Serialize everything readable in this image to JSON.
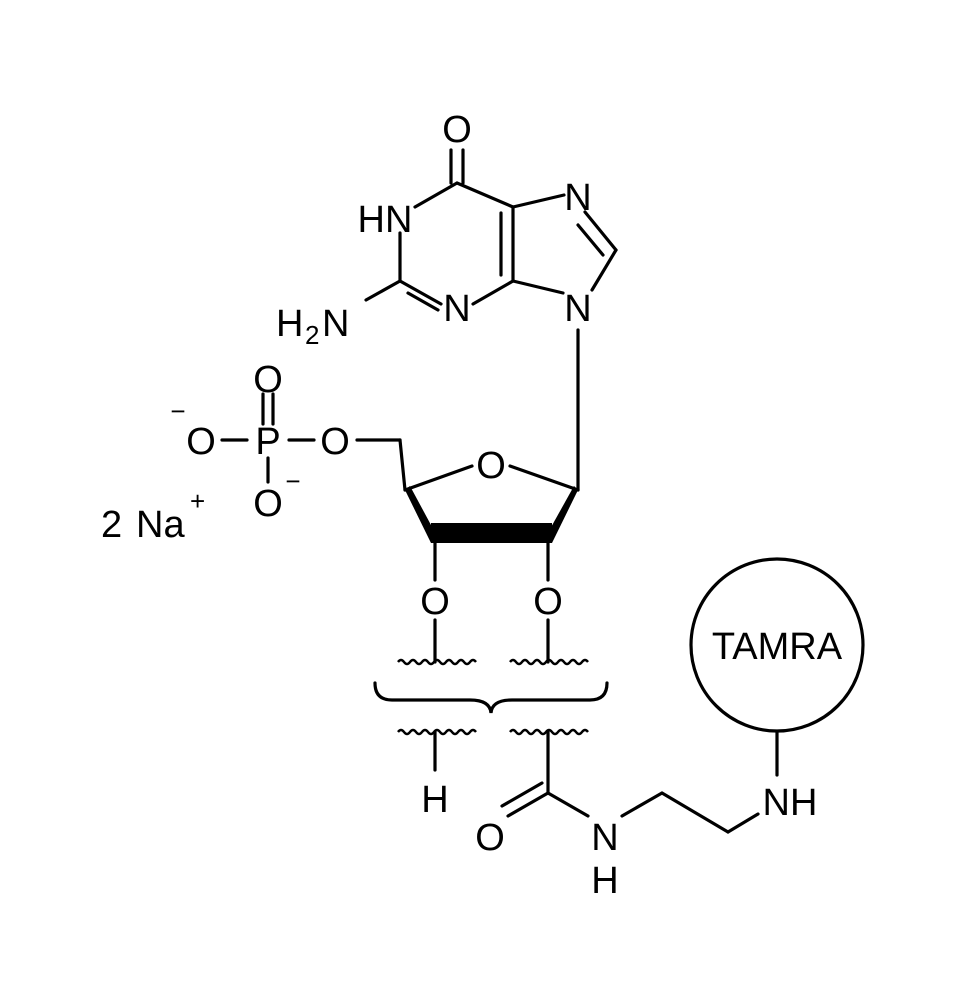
{
  "molecule": {
    "atoms": {
      "carbonyl_o_top": "O",
      "hn_ring": "HN",
      "n7": "N",
      "n9": "N",
      "n3": "N",
      "nh2_h": "H",
      "nh2_sub": "2",
      "nh2_n": "N",
      "phos_o_double": "O",
      "phos_p": "P",
      "phos_o_left": "O",
      "phos_o_left_charge": "−",
      "phos_o_right": "O",
      "phos_o_bottom": "O",
      "phos_o_bottom_charge": "−",
      "ring_o": "O",
      "o2_left": "O",
      "o3_right": "O",
      "h_terminal": "H",
      "amide_o": "O",
      "amide_n": "N",
      "amide_h": "H",
      "amine_nh": "NH"
    },
    "counterion": {
      "count": "2",
      "symbol": "Na",
      "charge": "+"
    },
    "label_circle": {
      "text": "TAMRA"
    }
  }
}
